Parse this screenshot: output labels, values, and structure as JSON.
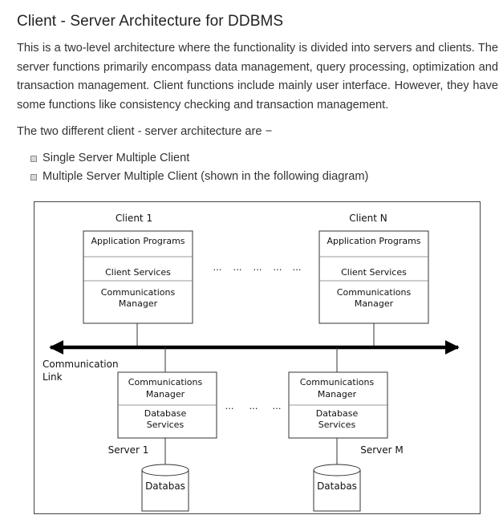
{
  "article": {
    "title": "Client - Server Architecture for DDBMS",
    "paragraph_1": "This is a two-level architecture where the functionality is divided into servers and clients. The server functions primarily encompass data management, query processing, optimization and transaction management. Client functions include mainly user interface. However, they have some functions like consistency checking and transaction management.",
    "paragraph_2": "The two different client - server architecture are −",
    "list_items": [
      "Single Server Multiple Client",
      "Multiple Server Multiple Client (shown in the following diagram)"
    ]
  },
  "diagram": {
    "client_1": {
      "label": "Client 1",
      "rows": [
        "Application Programs",
        "Client Services",
        "Communications",
        "Manager"
      ]
    },
    "client_n": {
      "label": "Client N",
      "rows": [
        "Application Programs",
        "Client Services",
        "Communications",
        "Manager"
      ]
    },
    "link_label": [
      "Communication",
      "Link"
    ],
    "server_1": {
      "label": "Server 1",
      "rows": [
        "Communications",
        "Manager",
        "Database",
        "Services"
      ],
      "db_label": "Databas"
    },
    "server_m": {
      "label": "Server M",
      "rows": [
        "Communications",
        "Manager",
        "Database",
        "Services"
      ],
      "db_label": "Databas"
    },
    "ellipsis": "…"
  }
}
